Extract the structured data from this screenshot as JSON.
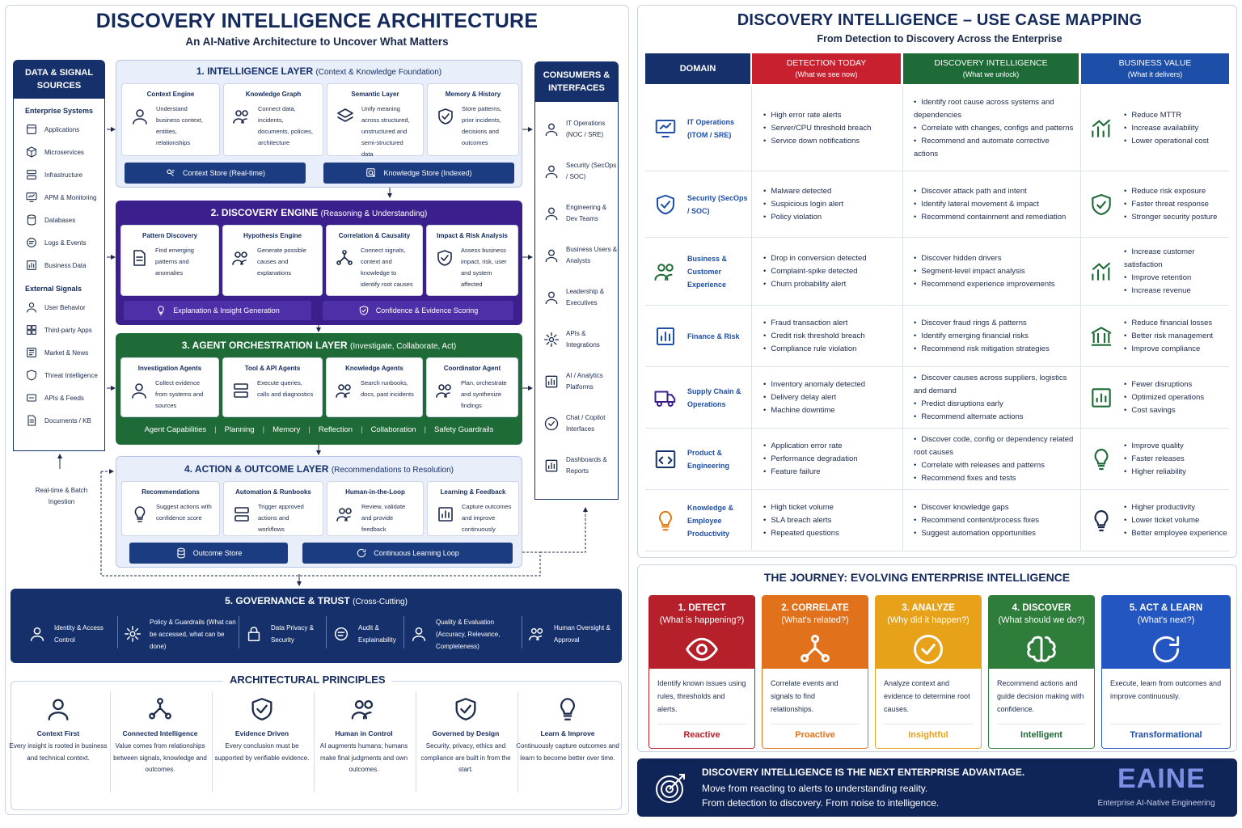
{
  "left": {
    "title": "DISCOVERY INTELLIGENCE ARCHITECTURE",
    "subtitle": "An AI-Native Architecture to Uncover What Matters",
    "sources": {
      "header": "DATA & SIGNAL SOURCES",
      "enterprise_title": "Enterprise Systems",
      "enterprise": [
        "Applications",
        "Microservices",
        "Infrastructure",
        "APM & Monitoring",
        "Databases",
        "Logs & Events",
        "Business Data"
      ],
      "external_title": "External Signals",
      "external": [
        "User Behavior",
        "Third-party Apps",
        "Market & News",
        "Threat Intelligence",
        "APIs & Feeds",
        "Documents / KB"
      ],
      "ingestion": "Real-time & Batch Ingestion"
    },
    "layer1": {
      "title": "1. INTELLIGENCE LAYER",
      "tag": "(Context & Knowledge Foundation)",
      "cards": [
        {
          "title": "Context Engine",
          "desc": "Understand business context, entities, relationships"
        },
        {
          "title": "Knowledge Graph",
          "desc": "Connect data, incidents, documents, policies, architecture"
        },
        {
          "title": "Semantic Layer",
          "desc": "Unify meaning across structured, unstructured and semi-structured data"
        },
        {
          "title": "Memory & History",
          "desc": "Store patterns, prior incidents, decisions and outcomes"
        }
      ],
      "store_a": "Context Store (Real-time)",
      "store_b": "Knowledge Store (Indexed)"
    },
    "layer2": {
      "title": "2. DISCOVERY ENGINE",
      "tag": "(Reasoning & Understanding)",
      "cards": [
        {
          "title": "Pattern Discovery",
          "desc": "Find emerging patterns and anomalies"
        },
        {
          "title": "Hypothesis Engine",
          "desc": "Generate possible causes and explanations"
        },
        {
          "title": "Correlation & Causality",
          "desc": "Connect signals, context and knowledge to identify root causes"
        },
        {
          "title": "Impact & Risk Analysis",
          "desc": "Assess business impact, risk, user and system affected"
        }
      ],
      "bar_a": "Explanation & Insight Generation",
      "bar_b": "Confidence & Evidence Scoring"
    },
    "layer3": {
      "title": "3. AGENT ORCHESTRATION LAYER",
      "tag": "(Investigate, Collaborate, Act)",
      "cards": [
        {
          "title": "Investigation Agents",
          "desc": "Collect evidence from systems and sources"
        },
        {
          "title": "Tool & API Agents",
          "desc": "Execute queries, calls and diagnostics"
        },
        {
          "title": "Knowledge Agents",
          "desc": "Search runbooks, docs, past incidents"
        },
        {
          "title": "Coordinator Agent",
          "desc": "Plan, orchestrate and synthesize findings"
        }
      ],
      "capabilities": [
        "Agent Capabilities",
        "Planning",
        "Memory",
        "Reflection",
        "Collaboration",
        "Safety Guardrails"
      ]
    },
    "layer4": {
      "title": "4. ACTION & OUTCOME LAYER",
      "tag": "(Recommendations to Resolution)",
      "cards": [
        {
          "title": "Recommendations",
          "desc": "Suggest actions with confidence score"
        },
        {
          "title": "Automation & Runbooks",
          "desc": "Trigger approved actions and workflows"
        },
        {
          "title": "Human-in-the-Loop",
          "desc": "Review, validate and provide feedback"
        },
        {
          "title": "Learning & Feedback",
          "desc": "Capture outcomes and improve continuously"
        }
      ],
      "store_a": "Outcome Store",
      "store_b": "Continuous Learning Loop"
    },
    "consumers": {
      "header": "CONSUMERS & INTERFACES",
      "items": [
        "IT Operations (NOC / SRE)",
        "Security (SecOps / SOC)",
        "Engineering & Dev Teams",
        "Business Users & Analysts",
        "Leadership & Executives",
        "APIs & Integrations",
        "AI / Analytics Platforms",
        "Chat / Copilot Interfaces",
        "Dashboards & Reports"
      ]
    },
    "governance": {
      "title": "5. GOVERNANCE & TRUST",
      "tag": "(Cross-Cutting)",
      "items": [
        "Identity & Access Control",
        "Policy & Guardrails (What can be accessed, what can be done)",
        "Data Privacy & Security",
        "Audit & Explainability",
        "Quality & Evaluation (Accuracy, Relevance, Completeness)",
        "Human Oversight & Approval"
      ]
    },
    "principles": {
      "title": "ARCHITECTURAL PRINCIPLES",
      "items": [
        {
          "title": "Context First",
          "desc": "Every insight is rooted in business and technical context."
        },
        {
          "title": "Connected Intelligence",
          "desc": "Value comes from relationships between signals, knowledge and outcomes."
        },
        {
          "title": "Evidence Driven",
          "desc": "Every conclusion must be supported by verifiable evidence."
        },
        {
          "title": "Human in Control",
          "desc": "AI augments humans; humans make final judgments and own outcomes."
        },
        {
          "title": "Governed by Design",
          "desc": "Security, privacy, ethics and compliance are built in from the start."
        },
        {
          "title": "Learn & Improve",
          "desc": "Continuously capture outcomes and learn to become better over time."
        }
      ]
    }
  },
  "right": {
    "title": "DISCOVERY INTELLIGENCE – USE CASE MAPPING",
    "subtitle": "From Detection to Discovery Across the Enterprise",
    "headers": [
      {
        "label": "DOMAIN",
        "sub": ""
      },
      {
        "label": "DETECTION TODAY",
        "sub": "(What we see now)"
      },
      {
        "label": "DISCOVERY INTELLIGENCE",
        "sub": "(What we unlock)"
      },
      {
        "label": "BUSINESS VALUE",
        "sub": "(What it delivers)"
      }
    ],
    "rows": [
      {
        "domain": "IT Operations (ITOM / SRE)",
        "detect": [
          "High error rate alerts",
          "Server/CPU threshold breach",
          "Service down notifications"
        ],
        "discover": [
          "Identify root cause across systems and dependencies",
          "Correlate with changes, configs and patterns",
          "Recommend and automate corrective actions"
        ],
        "value": [
          "Reduce MTTR",
          "Increase availability",
          "Lower operational cost"
        ]
      },
      {
        "domain": "Security (SecOps / SOC)",
        "detect": [
          "Malware detected",
          "Suspicious login alert",
          "Policy violation"
        ],
        "discover": [
          "Discover attack path and intent",
          "Identify lateral movement & impact",
          "Recommend containment and remediation"
        ],
        "value": [
          "Reduce risk exposure",
          "Faster threat response",
          "Stronger security posture"
        ]
      },
      {
        "domain": "Business & Customer Experience",
        "detect": [
          "Drop in conversion detected",
          "Complaint-spike detected",
          "Churn probability alert"
        ],
        "discover": [
          "Discover hidden drivers",
          "Segment-level impact analysis",
          "Recommend experience improvements"
        ],
        "value": [
          "Increase customer satisfaction",
          "Improve retention",
          "Increase revenue"
        ]
      },
      {
        "domain": "Finance & Risk",
        "detect": [
          "Fraud transaction alert",
          "Credit risk threshold breach",
          "Compliance rule violation"
        ],
        "discover": [
          "Discover fraud rings & patterns",
          "Identify emerging financial risks",
          "Recommend risk mitigation strategies"
        ],
        "value": [
          "Reduce financial losses",
          "Better risk management",
          "Improve compliance"
        ]
      },
      {
        "domain": "Supply Chain & Operations",
        "detect": [
          "Inventory anomaly detected",
          "Delivery delay alert",
          "Machine downtime"
        ],
        "discover": [
          "Discover causes across suppliers, logistics and demand",
          "Predict disruptions early",
          "Recommend alternate actions"
        ],
        "value": [
          "Fewer disruptions",
          "Optimized operations",
          "Cost savings"
        ]
      },
      {
        "domain": "Product & Engineering",
        "detect": [
          "Application error rate",
          "Performance degradation",
          "Feature failure"
        ],
        "discover": [
          "Discover code, config or dependency related root causes",
          "Correlate with releases and patterns",
          "Recommend fixes and tests"
        ],
        "value": [
          "Improve quality",
          "Faster releases",
          "Higher reliability"
        ]
      },
      {
        "domain": "Knowledge & Employee Productivity",
        "detect": [
          "High ticket volume",
          "SLA breach alerts",
          "Repeated questions"
        ],
        "discover": [
          "Discover knowledge gaps",
          "Recommend content/process fixes",
          "Suggest automation opportunities"
        ],
        "value": [
          "Higher productivity",
          "Lower ticket volume",
          "Better employee experience"
        ]
      }
    ],
    "journey": {
      "title": "THE JOURNEY: EVOLVING ENTERPRISE INTELLIGENCE",
      "steps": [
        {
          "name": "1. DETECT",
          "q": "(What is happening?)",
          "desc": "Identify known issues using rules, thresholds and alerts.",
          "label": "Reactive"
        },
        {
          "name": "2. CORRELATE",
          "q": "(What's related?)",
          "desc": "Correlate events and signals to find relationships.",
          "label": "Proactive"
        },
        {
          "name": "3. ANALYZE",
          "q": "(Why did it happen?)",
          "desc": "Analyze context and evidence to determine root causes.",
          "label": "Insightful"
        },
        {
          "name": "4. DISCOVER",
          "q": "(What should we do?)",
          "desc": "Recommend actions and guide decision making with confidence.",
          "label": "Intelligent"
        },
        {
          "name": "5. ACT & LEARN",
          "q": "(What's next?)",
          "desc": "Execute, learn from outcomes and improve continuously.",
          "label": "Transformational"
        }
      ]
    },
    "banner": {
      "headline": "DISCOVERY INTELLIGENCE IS THE NEXT ENTERPRISE ADVANTAGE.",
      "line1": "Move from reacting to alerts to understanding reality.",
      "line2": "From detection to discovery. From noise to intelligence.",
      "brand": "EAINE",
      "brand_sub": "Enterprise AI-Native Engineering"
    }
  }
}
